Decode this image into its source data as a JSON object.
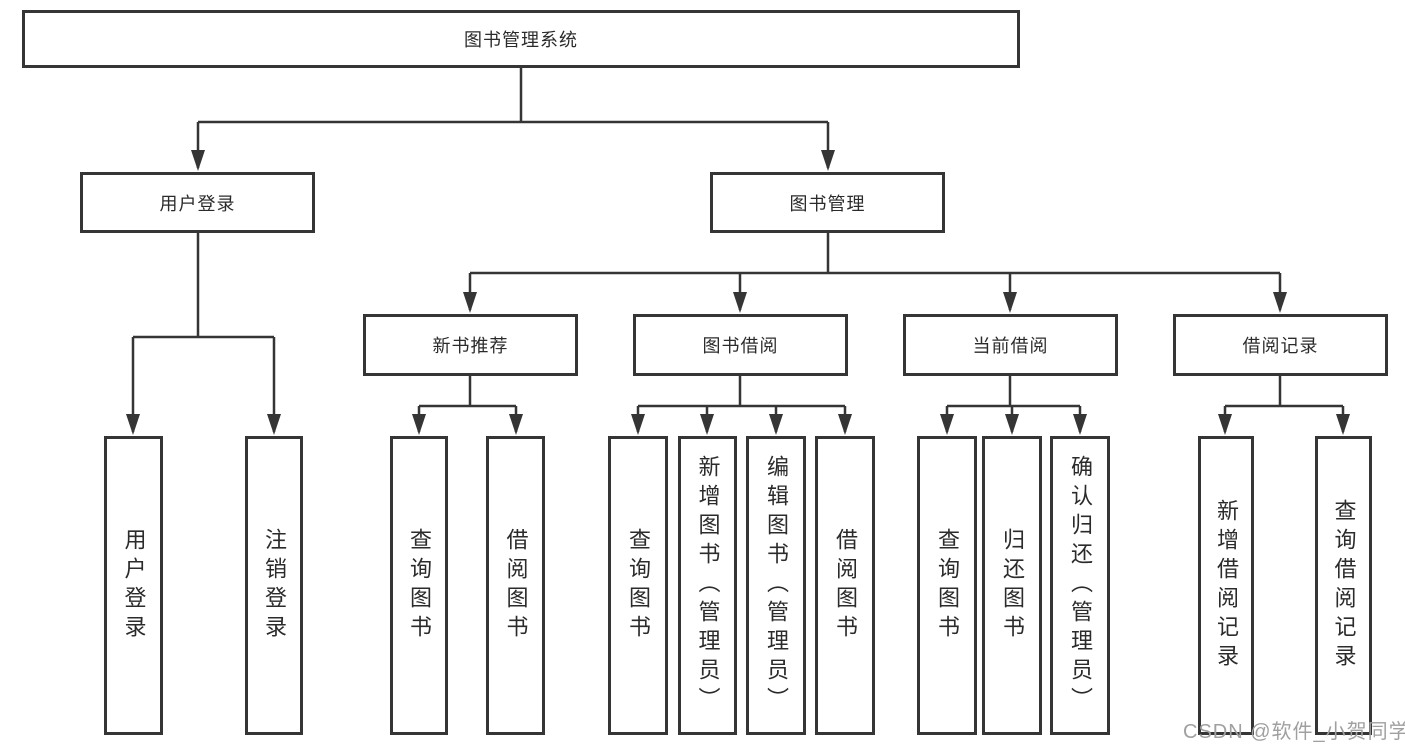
{
  "diagram": {
    "root": {
      "label": "图书管理系统"
    },
    "level2": {
      "user_login": {
        "label": "用户登录"
      },
      "book_management": {
        "label": "图书管理"
      }
    },
    "level3": {
      "new_book_recommend": {
        "label": "新书推荐"
      },
      "book_borrowing": {
        "label": "图书借阅"
      },
      "current_borrowing": {
        "label": "当前借阅"
      },
      "borrowing_records": {
        "label": "借阅记录"
      }
    },
    "leaves": {
      "user_login": {
        "label": "用户登录"
      },
      "logout": {
        "label": "注销登录"
      },
      "query_books_recommend": {
        "label": "查询图书"
      },
      "borrow_books_recommend": {
        "label": "借阅图书"
      },
      "query_books_borrow": {
        "label": "查询图书"
      },
      "add_books_admin": {
        "label": "新增图书（管理员）"
      },
      "edit_books_admin": {
        "label": "编辑图书（管理员）"
      },
      "borrow_books_borrow": {
        "label": "借阅图书"
      },
      "query_books_current": {
        "label": "查询图书"
      },
      "return_books": {
        "label": "归还图书"
      },
      "confirm_return_admin": {
        "label": "确认归还（管理员）"
      },
      "add_borrow_record": {
        "label": "新增借阅记录"
      },
      "query_borrow_record": {
        "label": "查询借阅记录"
      }
    }
  },
  "watermark": {
    "text": "CSDN @软件_小贺同学"
  },
  "colors": {
    "line": "#353535",
    "box_border": "#353535",
    "box_fill": "#ffffff",
    "text": "#2b2b2b",
    "watermark": "#a0a0a0",
    "background": "#ffffff"
  }
}
